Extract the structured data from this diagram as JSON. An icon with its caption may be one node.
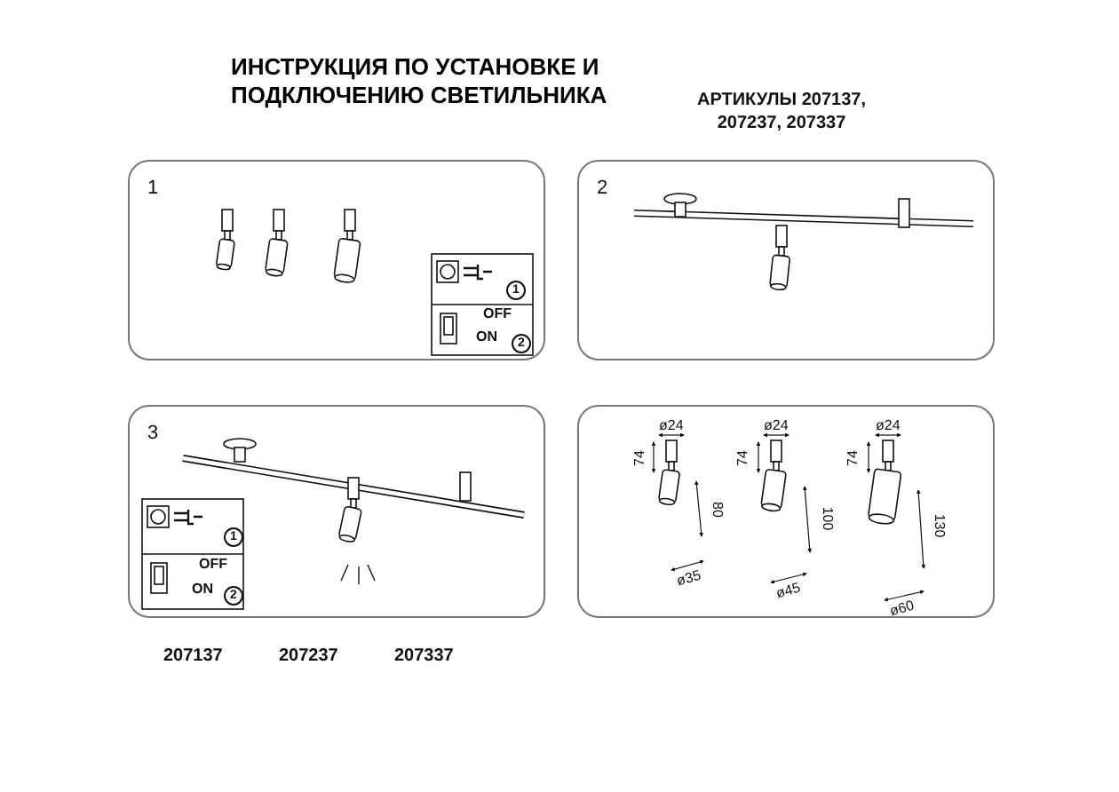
{
  "diagram": {
    "title": "ИНСТРУКЦИЯ ПО УСТАНОВКЕ И ПОДКЛЮЧЕНИЮ СВЕТИЛЬНИКА",
    "nodes": [
      {
        "text": [
          "1"
        ]
      },
      {
        "text": [
          "2"
        ]
      },
      {
        "text": [
          "3"
        ]
      },
      {
        "text": [],
        "shape": "box"
      }
    ],
    "edges": [],
    "labels": [
      "АРТИКУЛЫ 207137, 207237, 207337",
      "1",
      "OFF",
      "ON",
      "2",
      "1",
      "OFF",
      "ON",
      "2",
      "ø24",
      "74",
      "80",
      "ø35",
      "ø24",
      "74",
      "100",
      "ø45",
      "ø24",
      "74",
      "130",
      "ø60",
      "207137",
      "207237",
      "207337"
    ]
  }
}
